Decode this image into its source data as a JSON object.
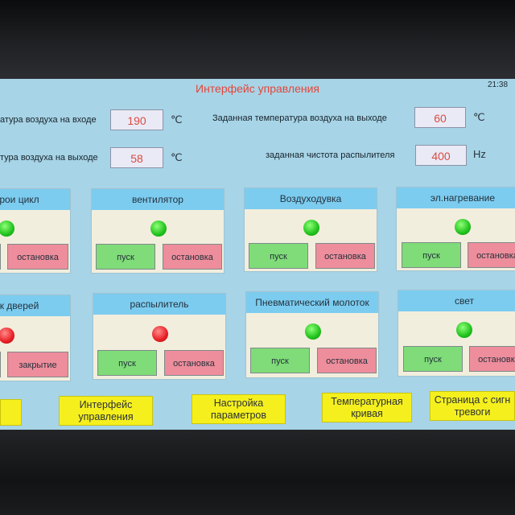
{
  "header": {
    "title": "Интерфейс управления",
    "time": "21:38"
  },
  "params": {
    "inlet_temp": {
      "label": "атура воздуха на входе",
      "value": "190",
      "unit": "℃"
    },
    "outlet_temp": {
      "label": "тура воздуха на выходе",
      "value": "58",
      "unit": "℃"
    },
    "set_outlet_temp": {
      "label": "Заданная температура воздуха на выходе",
      "value": "60",
      "unit": "℃"
    },
    "set_atomizer_freq": {
      "label": "заданная чистота распылителя",
      "value": "400",
      "unit": "Hz"
    }
  },
  "panels": [
    {
      "id": "cycle",
      "title": "рои цикл",
      "status": "green",
      "start_label": "",
      "stop_label": "остановка"
    },
    {
      "id": "fan",
      "title": "вентилятор",
      "status": "green",
      "start_label": "пуск",
      "stop_label": "остановка"
    },
    {
      "id": "blower",
      "title": "Воздуходувка",
      "status": "green",
      "start_label": "пуск",
      "stop_label": "остановка"
    },
    {
      "id": "heater",
      "title": "эл.нагревание",
      "status": "green",
      "start_label": "пуск",
      "stop_label": "остановка"
    },
    {
      "id": "door",
      "title": "к дверей",
      "status": "red",
      "start_label": "",
      "stop_label": "закрытие"
    },
    {
      "id": "atomizer",
      "title": "распылитель",
      "status": "red",
      "start_label": "пуск",
      "stop_label": "остановка"
    },
    {
      "id": "hammer",
      "title": "Пневматический молоток",
      "status": "green",
      "start_label": "пуск",
      "stop_label": "остановка"
    },
    {
      "id": "light",
      "title": "свет",
      "status": "green",
      "start_label": "пуск",
      "stop_label": "остановка"
    }
  ],
  "nav": [
    {
      "id": "nav-left",
      "line1": "",
      "line2": ""
    },
    {
      "id": "nav-control",
      "line1": "Интерфейс",
      "line2": "управления"
    },
    {
      "id": "nav-params",
      "line1": "Настройка",
      "line2": "параметров"
    },
    {
      "id": "nav-curve",
      "line1": "Температурная",
      "line2": "кривая"
    },
    {
      "id": "nav-alarm",
      "line1": "Страница с сигн",
      "line2": "тревоги"
    }
  ]
}
